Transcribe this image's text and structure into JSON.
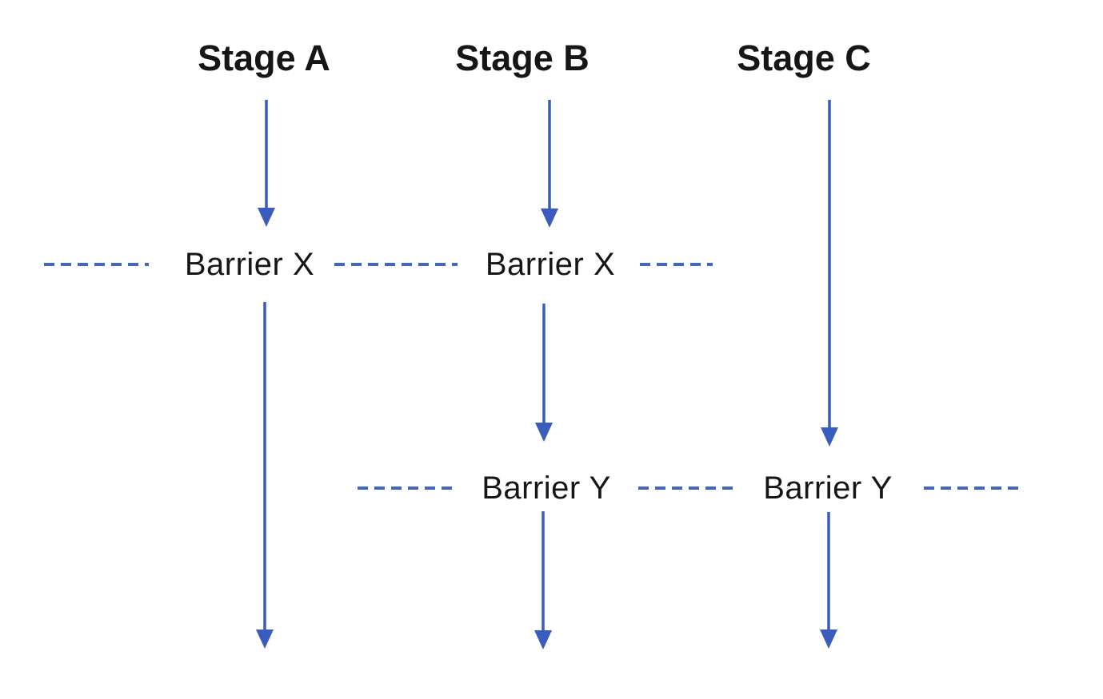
{
  "diagram": {
    "stages": [
      {
        "label": "Stage A"
      },
      {
        "label": "Stage B"
      },
      {
        "label": "Stage C"
      }
    ],
    "barrier_x": {
      "label": "Barrier X"
    },
    "barrier_y": {
      "label": "Barrier Y"
    },
    "colors": {
      "arrow": "#3a5cbe",
      "dash": "#4465c8",
      "text": "#161616",
      "background": "#ffffff"
    }
  }
}
